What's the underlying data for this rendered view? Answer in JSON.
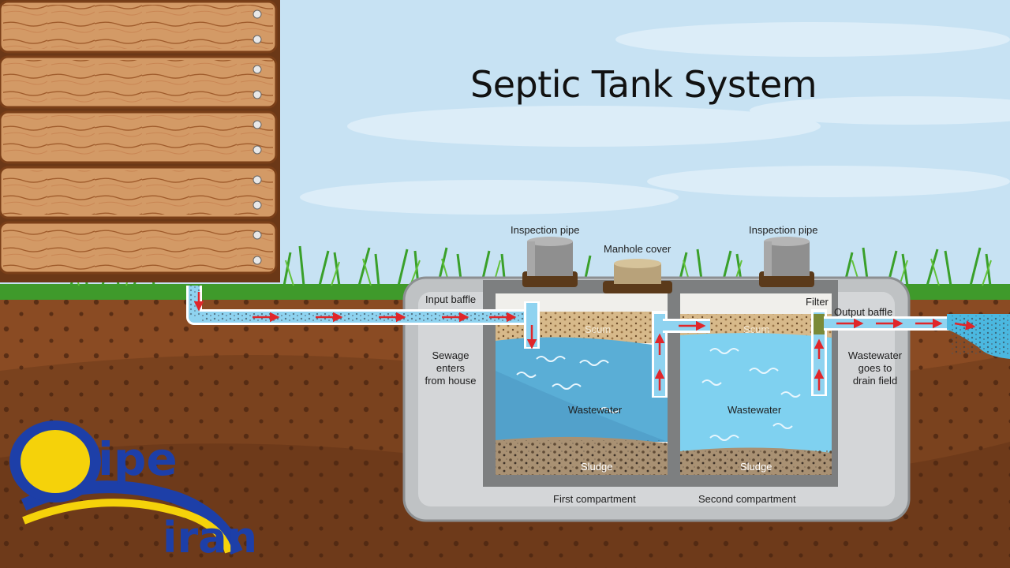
{
  "title": "Septic Tank System",
  "labels": {
    "inspection_pipe_left": "Inspection pipe",
    "inspection_pipe_right": "Inspection pipe",
    "manhole_cover": "Manhole cover",
    "input_baffle": "Input baffle",
    "filter": "Filter",
    "output_baffle": "Output baffle",
    "sewage_enters": [
      "Sewage",
      "enters",
      "from house"
    ],
    "wastewater_goes": [
      "Wastewater",
      "goes to",
      "drain field"
    ],
    "scum_left": "Scum",
    "scum_right": "Scum",
    "wastewater_left": "Wastewater",
    "wastewater_right": "Wastewater",
    "sludge_left": "Sludge",
    "sludge_right": "Sludge",
    "first_compartment": "First compartment",
    "second_compartment": "Second compartment"
  },
  "logo": {
    "part1": "ipe",
    "part2": "iran",
    "initial": "P"
  },
  "colors": {
    "sky": "#c7e2f3",
    "soil_top": "#8a4b23",
    "soil_deep": "#6e3a1a",
    "grass": "#3f9a2b",
    "tank_body": "#bfc2c4",
    "tank_inner": "#7d7f80",
    "wastewater_first": "#5aaed6",
    "wastewater_second": "#7fd1f0",
    "scum": "#d7b98a",
    "pipe_water": "#8fd3f0",
    "flow_arrow": "#e0262a",
    "logo_blue": "#1d3fa8",
    "logo_yellow": "#f5d20a"
  }
}
